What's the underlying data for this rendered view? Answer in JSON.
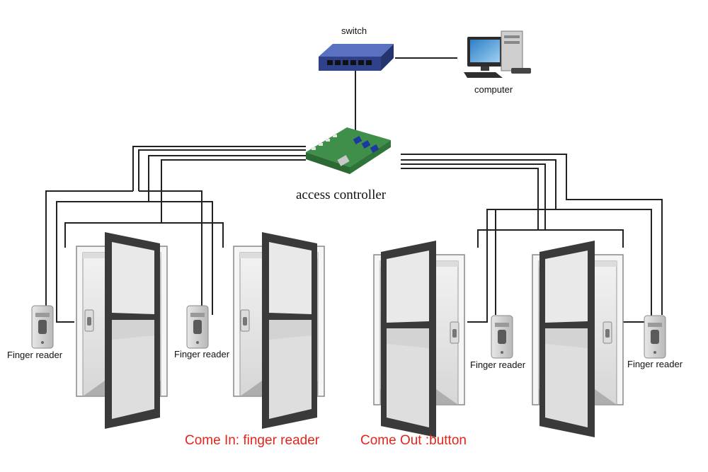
{
  "labels": {
    "switch": "switch",
    "computer": "computer",
    "controller": "access controller",
    "reader": "Finger reader",
    "come_in": "Come In: finger reader",
    "come_out": "Come Out :button"
  },
  "colors": {
    "accent": "#e0261b",
    "switch_body": "#3a4fa0",
    "board": "#3f8f4a",
    "door_frame": "#3a3a3a",
    "wire": "#222222"
  },
  "icons": [
    "switch-icon",
    "computer-icon",
    "controller-board-icon",
    "finger-reader-icon",
    "exit-button-icon",
    "door-icon"
  ]
}
